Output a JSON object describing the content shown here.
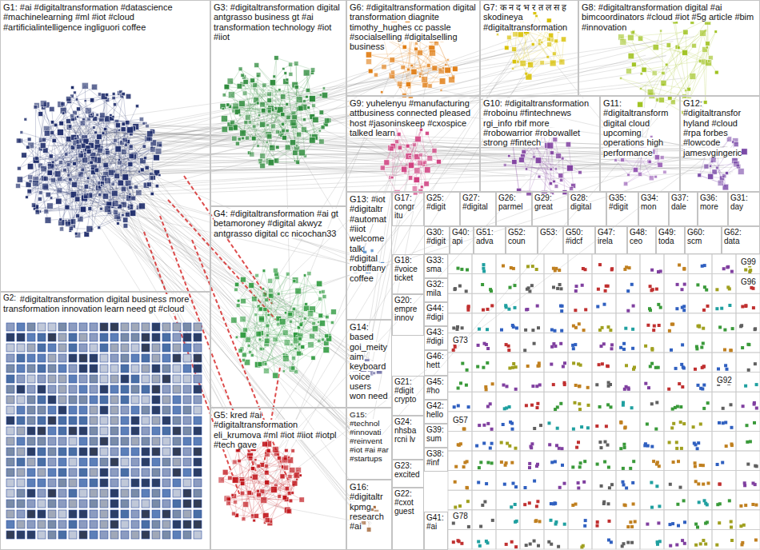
{
  "diagram": {
    "nodes": [
      {
        "text": [
          "G1: #ai #digitaltransformation #datascience #machinelearning #ml #iot #cloud #artificialintelligence ingliguori coffee"
        ]
      },
      {
        "text": [
          "G2: #digitaltransformation digital business more transformation innovation learn need gt #cloud"
        ]
      },
      {
        "text": [
          "G3: #digitaltransformation digital antgrasso business gt #ai transformation technology #iot #iiot"
        ]
      },
      {
        "text": [
          "G4: #digitaltransformation #ai gt betamoroney #digital akwyz antgrasso digital cc nicochan33"
        ]
      },
      {
        "text": [
          "G5: kred #ai #digitaltransformation eli_krumova #ml #iot #iiot #iotpl #tech gave"
        ]
      },
      {
        "text": [
          "G6: #digitaltransformation digital transformation diagnite timothy_hughes cc passle #socialselling #digitalselling business"
        ]
      },
      {
        "text": [
          "G7: क न द भ र त ल स ह skodineya #digitaltransformation"
        ]
      },
      {
        "text": [
          "G8: #digitaltransformation digital #ai bimcoordinators #cloud #iot #5g article #bim #innovation"
        ]
      },
      {
        "text": [
          "G9: yuhelenyu #manufacturing attbusiness connected pleased host #jasoninskeep #cxospice talked learn"
        ]
      },
      {
        "text": [
          "G10: #digitaltransformation #roboinu #fintechnews rgi_info rbif more #robowarrior #robowallet strong #fintech"
        ]
      },
      {
        "text": [
          "G11: #digitaltransform digital cloud upcoming operations high performance"
        ]
      },
      {
        "text": [
          "G12: #digitaltransfor hyland #cloud #rpa forbes #lowcode jamesvgingeric"
        ]
      },
      {
        "text": [
          "G13: #iot #digitaltr #automat #iiot welcome talk #digital robtiffany coffee"
        ]
      },
      {
        "text": [
          "G14: based goi_meity aim keyboard voice users won need"
        ]
      },
      {
        "text": [
          "G15: #technol #innovati #reinvent #iot #ai #ar #startups"
        ]
      },
      {
        "text": [
          "G16: #digitaltr kpmg research #ai"
        ]
      },
      {
        "text": [
          "G17: congr itu"
        ]
      },
      {
        "text": [
          "G25: #digit"
        ]
      },
      {
        "text": [
          "G27: #digital"
        ]
      },
      {
        "text": [
          "G26: parmel"
        ]
      },
      {
        "text": [
          "G29: great"
        ]
      },
      {
        "text": [
          "G28: digital"
        ]
      },
      {
        "text": [
          "G35: #digit"
        ]
      },
      {
        "text": [
          "G34: mon"
        ]
      },
      {
        "text": [
          "G37: dale"
        ]
      },
      {
        "text": [
          "G36: more"
        ]
      },
      {
        "text": [
          "G31: day"
        ]
      },
      {
        "text": [
          "G30: #digit"
        ]
      },
      {
        "text": [
          "G40: api"
        ]
      },
      {
        "text": [
          "G51: adva"
        ]
      },
      {
        "text": [
          "G52: coun"
        ]
      },
      {
        "text": [
          "G53:"
        ]
      },
      {
        "text": [
          "G50: #idcf"
        ]
      },
      {
        "text": [
          "G47: irela"
        ]
      },
      {
        "text": [
          "G48: ceo"
        ]
      },
      {
        "text": [
          "G49: toda"
        ]
      },
      {
        "text": [
          "G60: scm"
        ]
      },
      {
        "text": [
          "G62: data"
        ]
      },
      {
        "text": [
          "G18: #voice ticket"
        ]
      },
      {
        "text": [
          "G20: empre innov"
        ]
      },
      {
        "text": [
          "G21: #digit crypto"
        ]
      },
      {
        "text": [
          "G24: nhsba rcni lv"
        ]
      },
      {
        "text": [
          "G23: excited"
        ]
      },
      {
        "text": [
          "G22: #cxot guest"
        ]
      },
      {
        "text": [
          "G33: sma"
        ]
      },
      {
        "text": [
          "G32: mila"
        ]
      },
      {
        "text": [
          "G44: #digi"
        ]
      },
      {
        "text": [
          "G43: #digi"
        ]
      },
      {
        "text": [
          "G46: hett"
        ]
      },
      {
        "text": [
          "G45: #ho"
        ]
      },
      {
        "text": [
          "G42: hello"
        ]
      },
      {
        "text": [
          "G39: sum"
        ]
      },
      {
        "text": [
          "G38: #inf"
        ]
      },
      {
        "text": [
          "G41: #ai"
        ]
      }
    ],
    "labels": [
      "G99",
      "G96",
      "G92",
      "G73",
      "G78",
      "G57",
      "G2:"
    ]
  }
}
